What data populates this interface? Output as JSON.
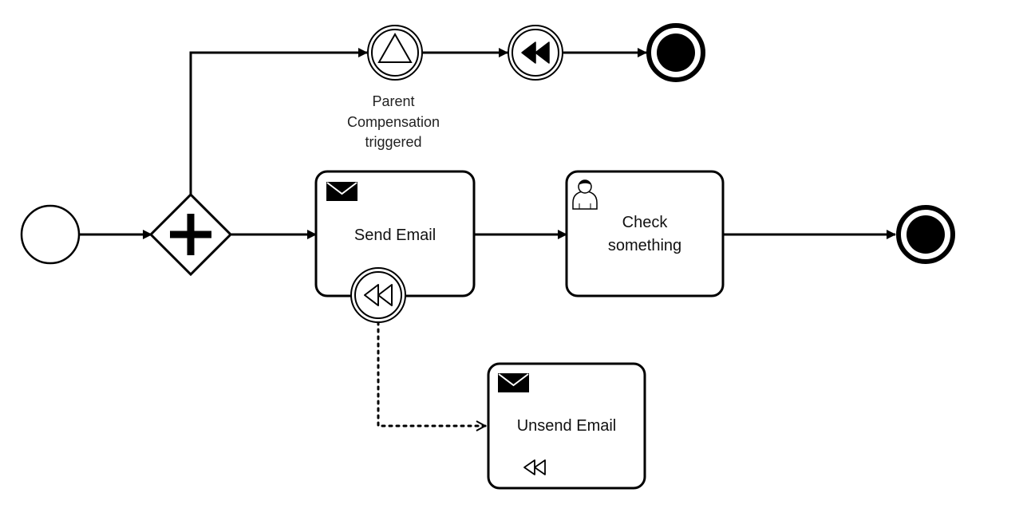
{
  "tasks": {
    "send_email": "Send Email",
    "check_something": [
      "Check",
      "something"
    ],
    "unsend_email": "Unsend Email"
  },
  "events": {
    "intermediate_label": [
      "Parent",
      "Compensation",
      "triggered"
    ]
  },
  "colors": {
    "stroke": "#000000",
    "fill": "#ffffff"
  }
}
